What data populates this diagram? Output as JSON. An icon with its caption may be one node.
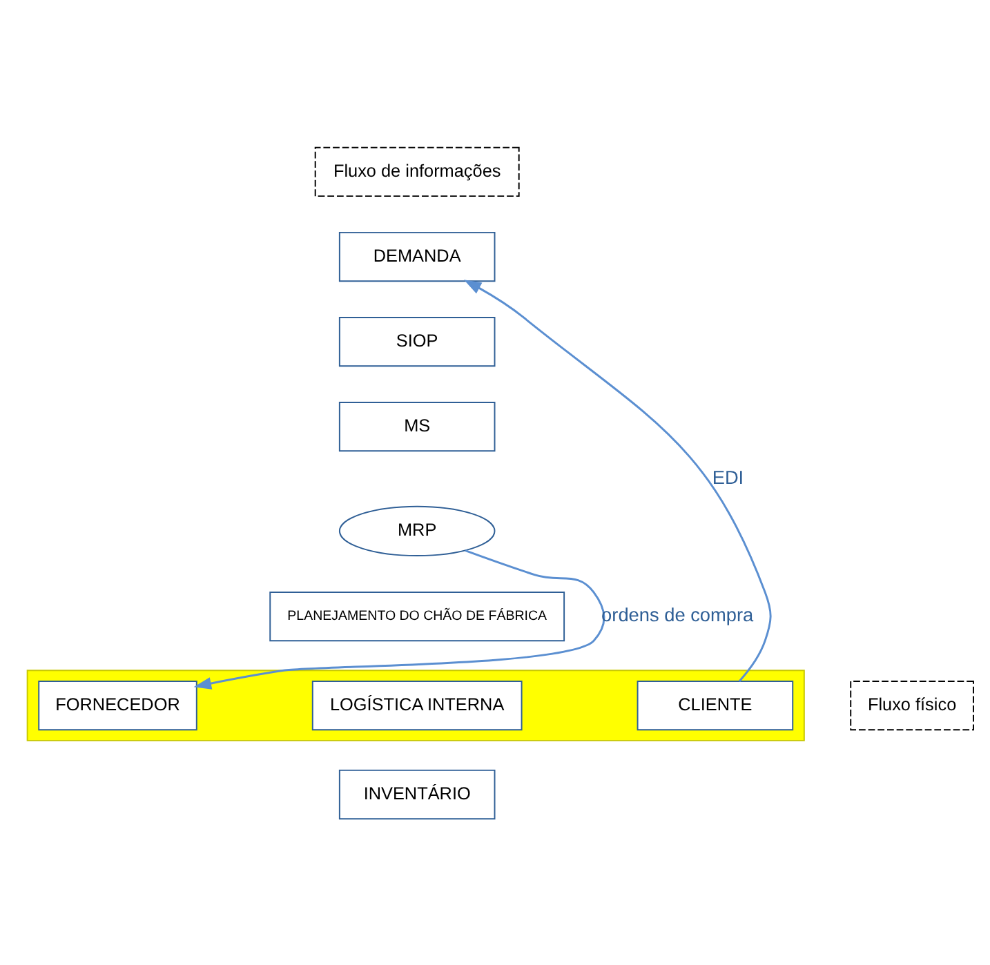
{
  "diagram": {
    "nodes": [
      {
        "text": [
          "Fluxo de informações"
        ]
      },
      {
        "text": [
          "DEMANDA"
        ]
      },
      {
        "text": [
          "SIOP"
        ]
      },
      {
        "text": [
          "MS"
        ]
      },
      {
        "text": [
          "MRP"
        ]
      },
      {
        "text": [
          "PLANEJAMENTO DO CHÃO DE FÁBRICA"
        ]
      },
      {
        "text": [
          "Fluxo físico"
        ]
      },
      {
        "text": [],
        "shape": "arrow"
      },
      {
        "text": [
          "FORNECEDOR"
        ],
        "in": 7
      },
      {
        "text": [
          "LOGÍSTICA INTERNA"
        ],
        "in": 7
      },
      {
        "text": [
          "CLIENTE"
        ],
        "in": 7
      },
      {
        "text": [
          "INVENTÁRIO"
        ]
      }
    ],
    "edges": [
      {
        "from": 4,
        "to": 8,
        "arrow": "to",
        "label": "ordens de compra"
      },
      {
        "from": 10,
        "to": 1,
        "arrow": "to",
        "label": "EDI"
      }
    ]
  }
}
